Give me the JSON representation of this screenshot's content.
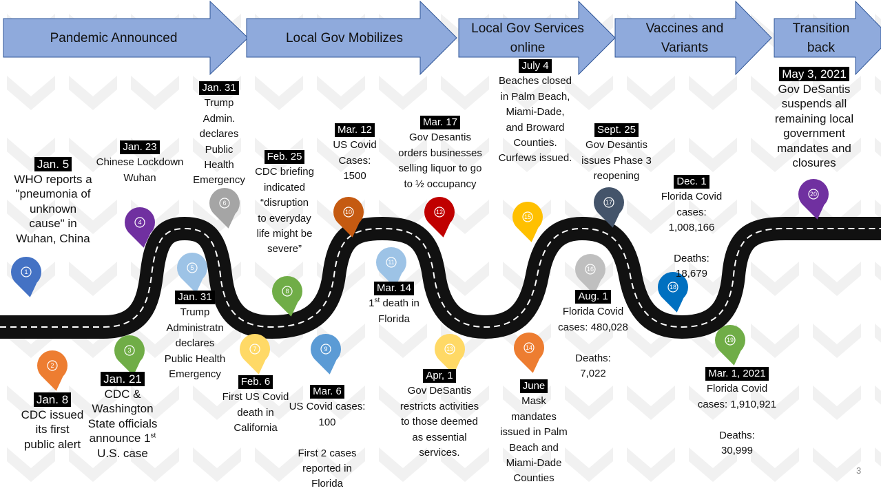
{
  "phases": [
    {
      "label": "Pandemic Announced"
    },
    {
      "label": "Local Gov Mobilizes"
    },
    {
      "label": "Local Gov Services\nonline"
    },
    {
      "label": "Vaccines and\nVariants"
    },
    {
      "label": "Transition\nback"
    }
  ],
  "events": [
    {
      "date": "Jan. 5",
      "text": "WHO reports a\n\"pneumonia of\nunknown\ncause\" in\nWuhan, China"
    },
    {
      "date": "Jan. 8",
      "text": "CDC issued\nits first\npublic alert"
    },
    {
      "date": "Jan. 21",
      "text": "CDC &\nWashington\nState officials\nannounce 1",
      "sup": "st",
      "text_after": "\nU.S. case"
    },
    {
      "date": "Jan. 23",
      "text": "Chinese Lockdown\nWuhan"
    },
    {
      "date": "Jan. 31",
      "text": "Trump\nAdministratn\ndeclares\nPublic Health\nEmergency"
    },
    {
      "date": "Jan. 31",
      "text": "Trump\nAdmin.\ndeclares\nPublic\nHealth\nEmergency"
    },
    {
      "date": "Feb. 6",
      "text": "First US Covid\ndeath in\nCalifornia"
    },
    {
      "date": "Feb. 25",
      "text": "CDC briefing\nindicated\n“disruption\nto everyday\nlife might be\nsevere”"
    },
    {
      "date": "Mar. 6",
      "text": "US Covid cases:\n100\n\nFirst 2 cases\nreported in\nFlorida"
    },
    {
      "date": "Mar. 12",
      "text": "US Covid\nCases:\n1500"
    },
    {
      "date": "Mar. 14",
      "text_before": "1",
      "sup": "st",
      "text": " death in\nFlorida"
    },
    {
      "date": "Mar. 17",
      "text": "Gov Desantis\norders businesses\nselling liquor to go\nto ½ occupancy"
    },
    {
      "date": "Apr, 1",
      "text": "Gov DeSantis\nrestricts activities\nto those deemed\nas essential\nservices."
    },
    {
      "date": "June",
      "text": "Mask\nmandates\nissued in Palm\nBeach and\nMiami-Dade\nCounties"
    },
    {
      "date": "July 4",
      "text": "Beaches closed\nin Palm Beach,\nMiami-Dade,\nand Broward\nCounties.\nCurfews issued."
    },
    {
      "date": "Aug. 1",
      "text": "Florida Covid\ncases: 480,028\n\nDeaths:\n7,022"
    },
    {
      "date": "Sept. 25",
      "text": "Gov Desantis\nissues Phase 3\nreopening"
    },
    {
      "date": "Dec. 1",
      "text": "Florida Covid\ncases:\n1,008,166\n\nDeaths:\n18,679"
    },
    {
      "date": "Mar. 1, 2021",
      "text": "Florida Covid\ncases: 1,910,921\n\nDeaths:\n30,999"
    },
    {
      "date": "May 3, 2021",
      "text": "Gov DeSantis\nsuspends all\nremaining local\ngovernment\nmandates and\nclosures"
    }
  ],
  "pins": [
    {
      "n": "1",
      "color": "#4472C4"
    },
    {
      "n": "2",
      "color": "#ED7D31"
    },
    {
      "n": "3",
      "color": "#70AD47"
    },
    {
      "n": "4",
      "color": "#7030A0"
    },
    {
      "n": "5",
      "color": "#9DC3E6"
    },
    {
      "n": "6",
      "color": "#A5A5A5"
    },
    {
      "n": "7",
      "color": "#FFD966"
    },
    {
      "n": "8",
      "color": "#70AD47"
    },
    {
      "n": "9",
      "color": "#5B9BD5"
    },
    {
      "n": "10",
      "color": "#C55A11"
    },
    {
      "n": "11",
      "color": "#9DC3E6"
    },
    {
      "n": "12",
      "color": "#C00000"
    },
    {
      "n": "13",
      "color": "#FFD966"
    },
    {
      "n": "14",
      "color": "#ED7D31"
    },
    {
      "n": "15",
      "color": "#FFC000"
    },
    {
      "n": "16",
      "color": "#BFBFBF"
    },
    {
      "n": "17",
      "color": "#44546A"
    },
    {
      "n": "18",
      "color": "#0070C0"
    },
    {
      "n": "19",
      "color": "#70AD47"
    },
    {
      "n": "20",
      "color": "#7030A0"
    }
  ],
  "slide_number": "3",
  "colors": {
    "arrow_fill": "#8FAADC",
    "arrow_stroke": "#2F5597",
    "road": "#111111",
    "road_dash": "#ffffff"
  }
}
